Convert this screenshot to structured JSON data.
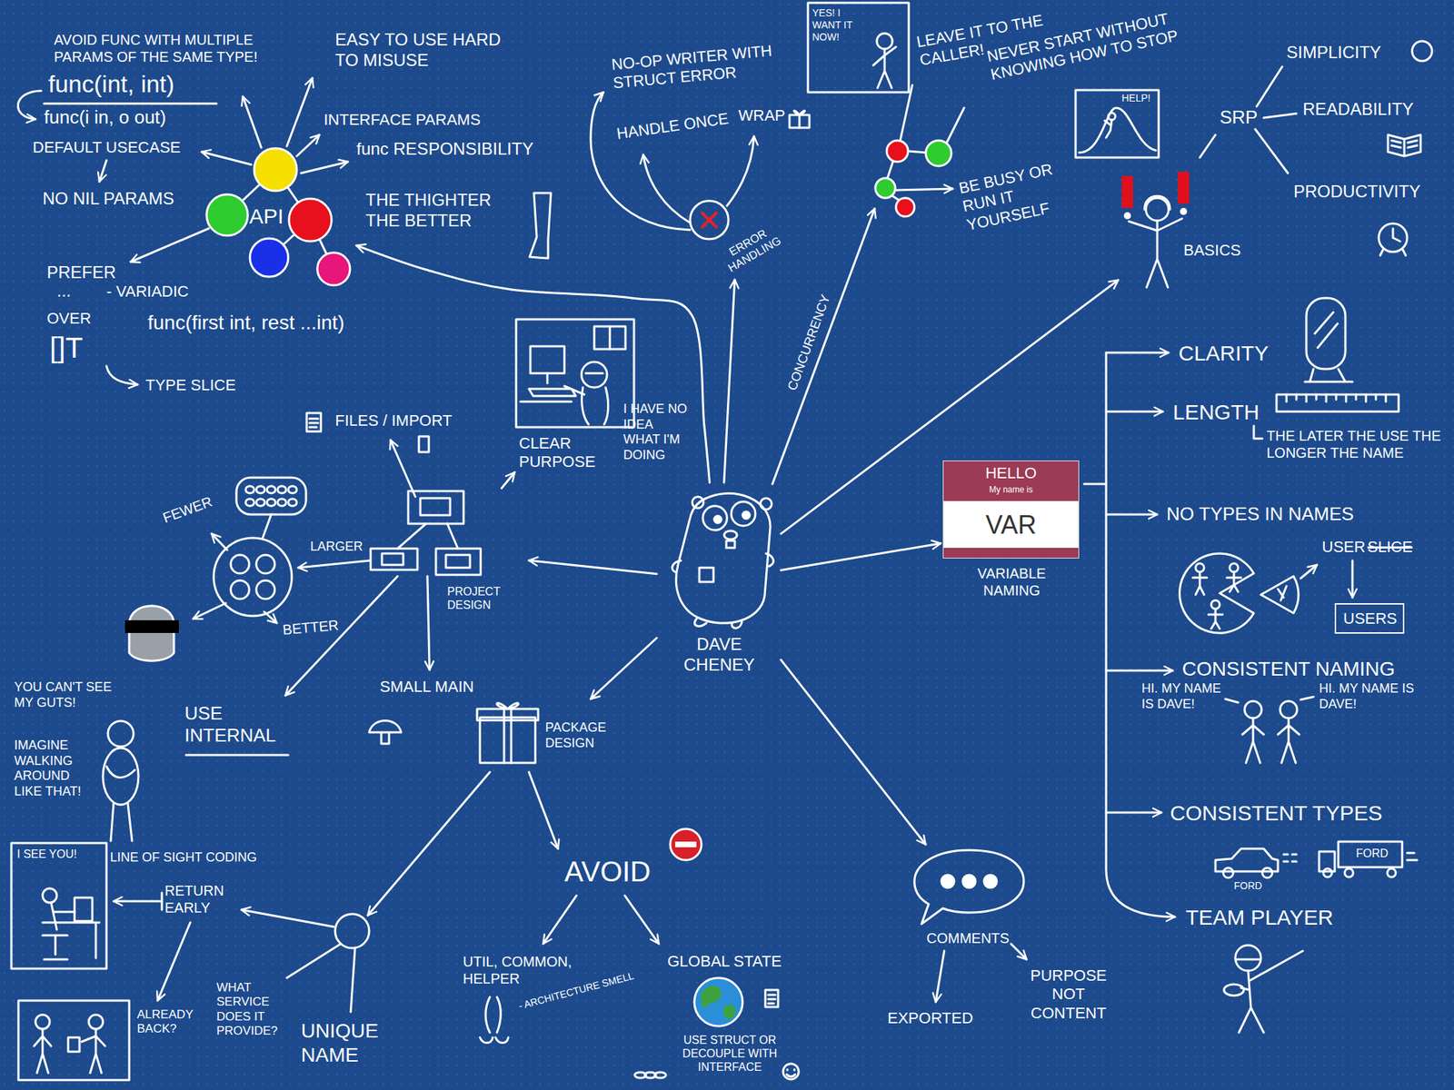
{
  "diagram": {
    "nodes": [
      {
        "text": [
          "API"
        ]
      },
      {
        "text": [
          "ERROR HANDLING"
        ]
      },
      {
        "text": [
          "BASICS"
        ]
      },
      {
        "text": [
          "CLEAR PURPOSE"
        ]
      },
      {
        "text": [
          "PROJECT DESIGN"
        ]
      },
      {
        "text": [
          "DAVE CHENEY"
        ]
      },
      {
        "text": [
          "HELLO",
          "My name is",
          "VAR",
          "VARIABLE NAMING"
        ]
      },
      {
        "text": [
          "USERS"
        ]
      },
      {
        "text": [
          "PACKAGE DESIGN"
        ]
      },
      {
        "text": [
          "COMMENTS"
        ]
      }
    ],
    "edges": [
      {
        "from": 5,
        "to": 0,
        "arrow": "to"
      },
      {
        "from": 5,
        "to": 1,
        "arrow": "to"
      },
      {
        "from": 5,
        "to": 2,
        "arrow": "to"
      },
      {
        "from": 5,
        "to": 4,
        "arrow": "to"
      },
      {
        "from": 5,
        "to": 6,
        "arrow": "to"
      },
      {
        "from": 5,
        "to": 8,
        "arrow": "to"
      },
      {
        "from": 5,
        "to": 9,
        "arrow": "to"
      },
      {
        "from": 4,
        "to": 3,
        "arrow": "to"
      }
    ],
    "labels": [
      "AVOID FUNC WITH MULTIPLE PARAMS OF THE SAME TYPE!",
      "func(int, int)",
      "func(i in, o out)",
      "EASY TO USE HARD TO MISUSE",
      "INTERFACE PARAMS",
      "func RESPONSIBILITY",
      "THE THIGHTER THE BETTER",
      "DEFAULT USECASE",
      "NO NIL PARAMS",
      "PREFER",
      "...",
      "- VARIADIC",
      "OVER",
      "[]T",
      "func(first int, rest ...int)",
      "TYPE SLICE",
      "NO-OP WRITER WITH STRUCT ERROR",
      "HANDLE ONCE",
      "WRAP",
      "YES! I WANT IT NOW!",
      "LEAVE IT TO THE CALLER!",
      "NEVER START WITHOUT KNOWING HOW TO STOP",
      "HELP!",
      "BE BUSY OR RUN IT YOURSELF",
      "CONCURRENCY",
      "SRP",
      "SIMPLICITY",
      "READABILITY",
      "PRODUCTIVITY",
      "CLARITY",
      "LENGTH",
      "THE LATER THE USE THE LONGER THE NAME",
      "NO TYPES IN NAMES",
      "USER",
      "SLICE",
      "CONSISTENT NAMING",
      "HI. MY NAME IS DAVE!",
      "HI. MY NAME IS DAVE!",
      "CONSISTENT TYPES",
      "FORD",
      "FORD",
      "TEAM PLAYER",
      "EXPORTED",
      "PURPOSE NOT CONTENT",
      "AVOID",
      "UTIL, COMMON, HELPER",
      "- ARCHITECTURE SMELL",
      "GLOBAL STATE",
      "USE STRUCT OR DECOUPLE WITH INTERFACE",
      "UNIQUE NAME",
      "WHAT SERVICE DOES IT PROVIDE?",
      "ALREADY BACK?",
      "RETURN EARLY",
      "LINE OF SIGHT CODING",
      "I SEE YOU!",
      "YOU CAN'T SEE MY GUTS!",
      "IMAGINE WALKING AROUND LIKE THAT!",
      "USE INTERNAL",
      "SMALL MAIN",
      "FILES / IMPORT",
      "FEWER",
      "LARGER",
      "BETTER",
      "I HAVE NO IDEA WHAT I'M DOING"
    ]
  }
}
